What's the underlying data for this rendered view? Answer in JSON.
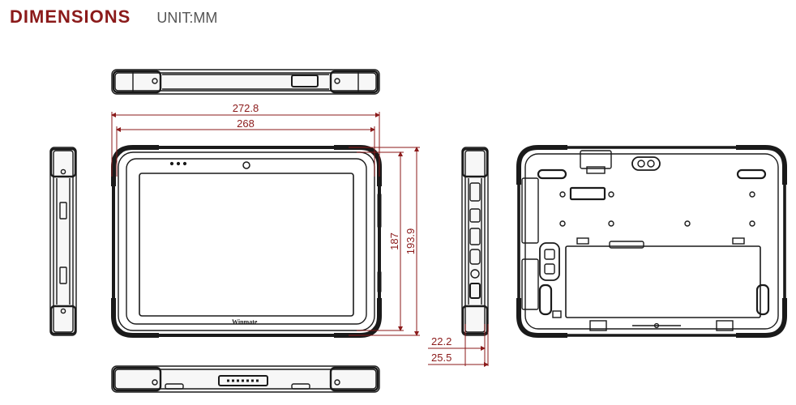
{
  "header": {
    "title": "DIMENSIONS",
    "unit": "UNIT:MM"
  },
  "dimensions": {
    "overall_width": "272.8",
    "screen_width": "268",
    "screen_height": "187",
    "overall_height": "193.9",
    "depth_body": "22.2",
    "depth_total": "25.5"
  },
  "logo": {
    "text": "Winmate"
  },
  "colors": {
    "dimension": "#8b1a1a",
    "outline": "#1a1a1a",
    "screen": "#ffffff"
  }
}
